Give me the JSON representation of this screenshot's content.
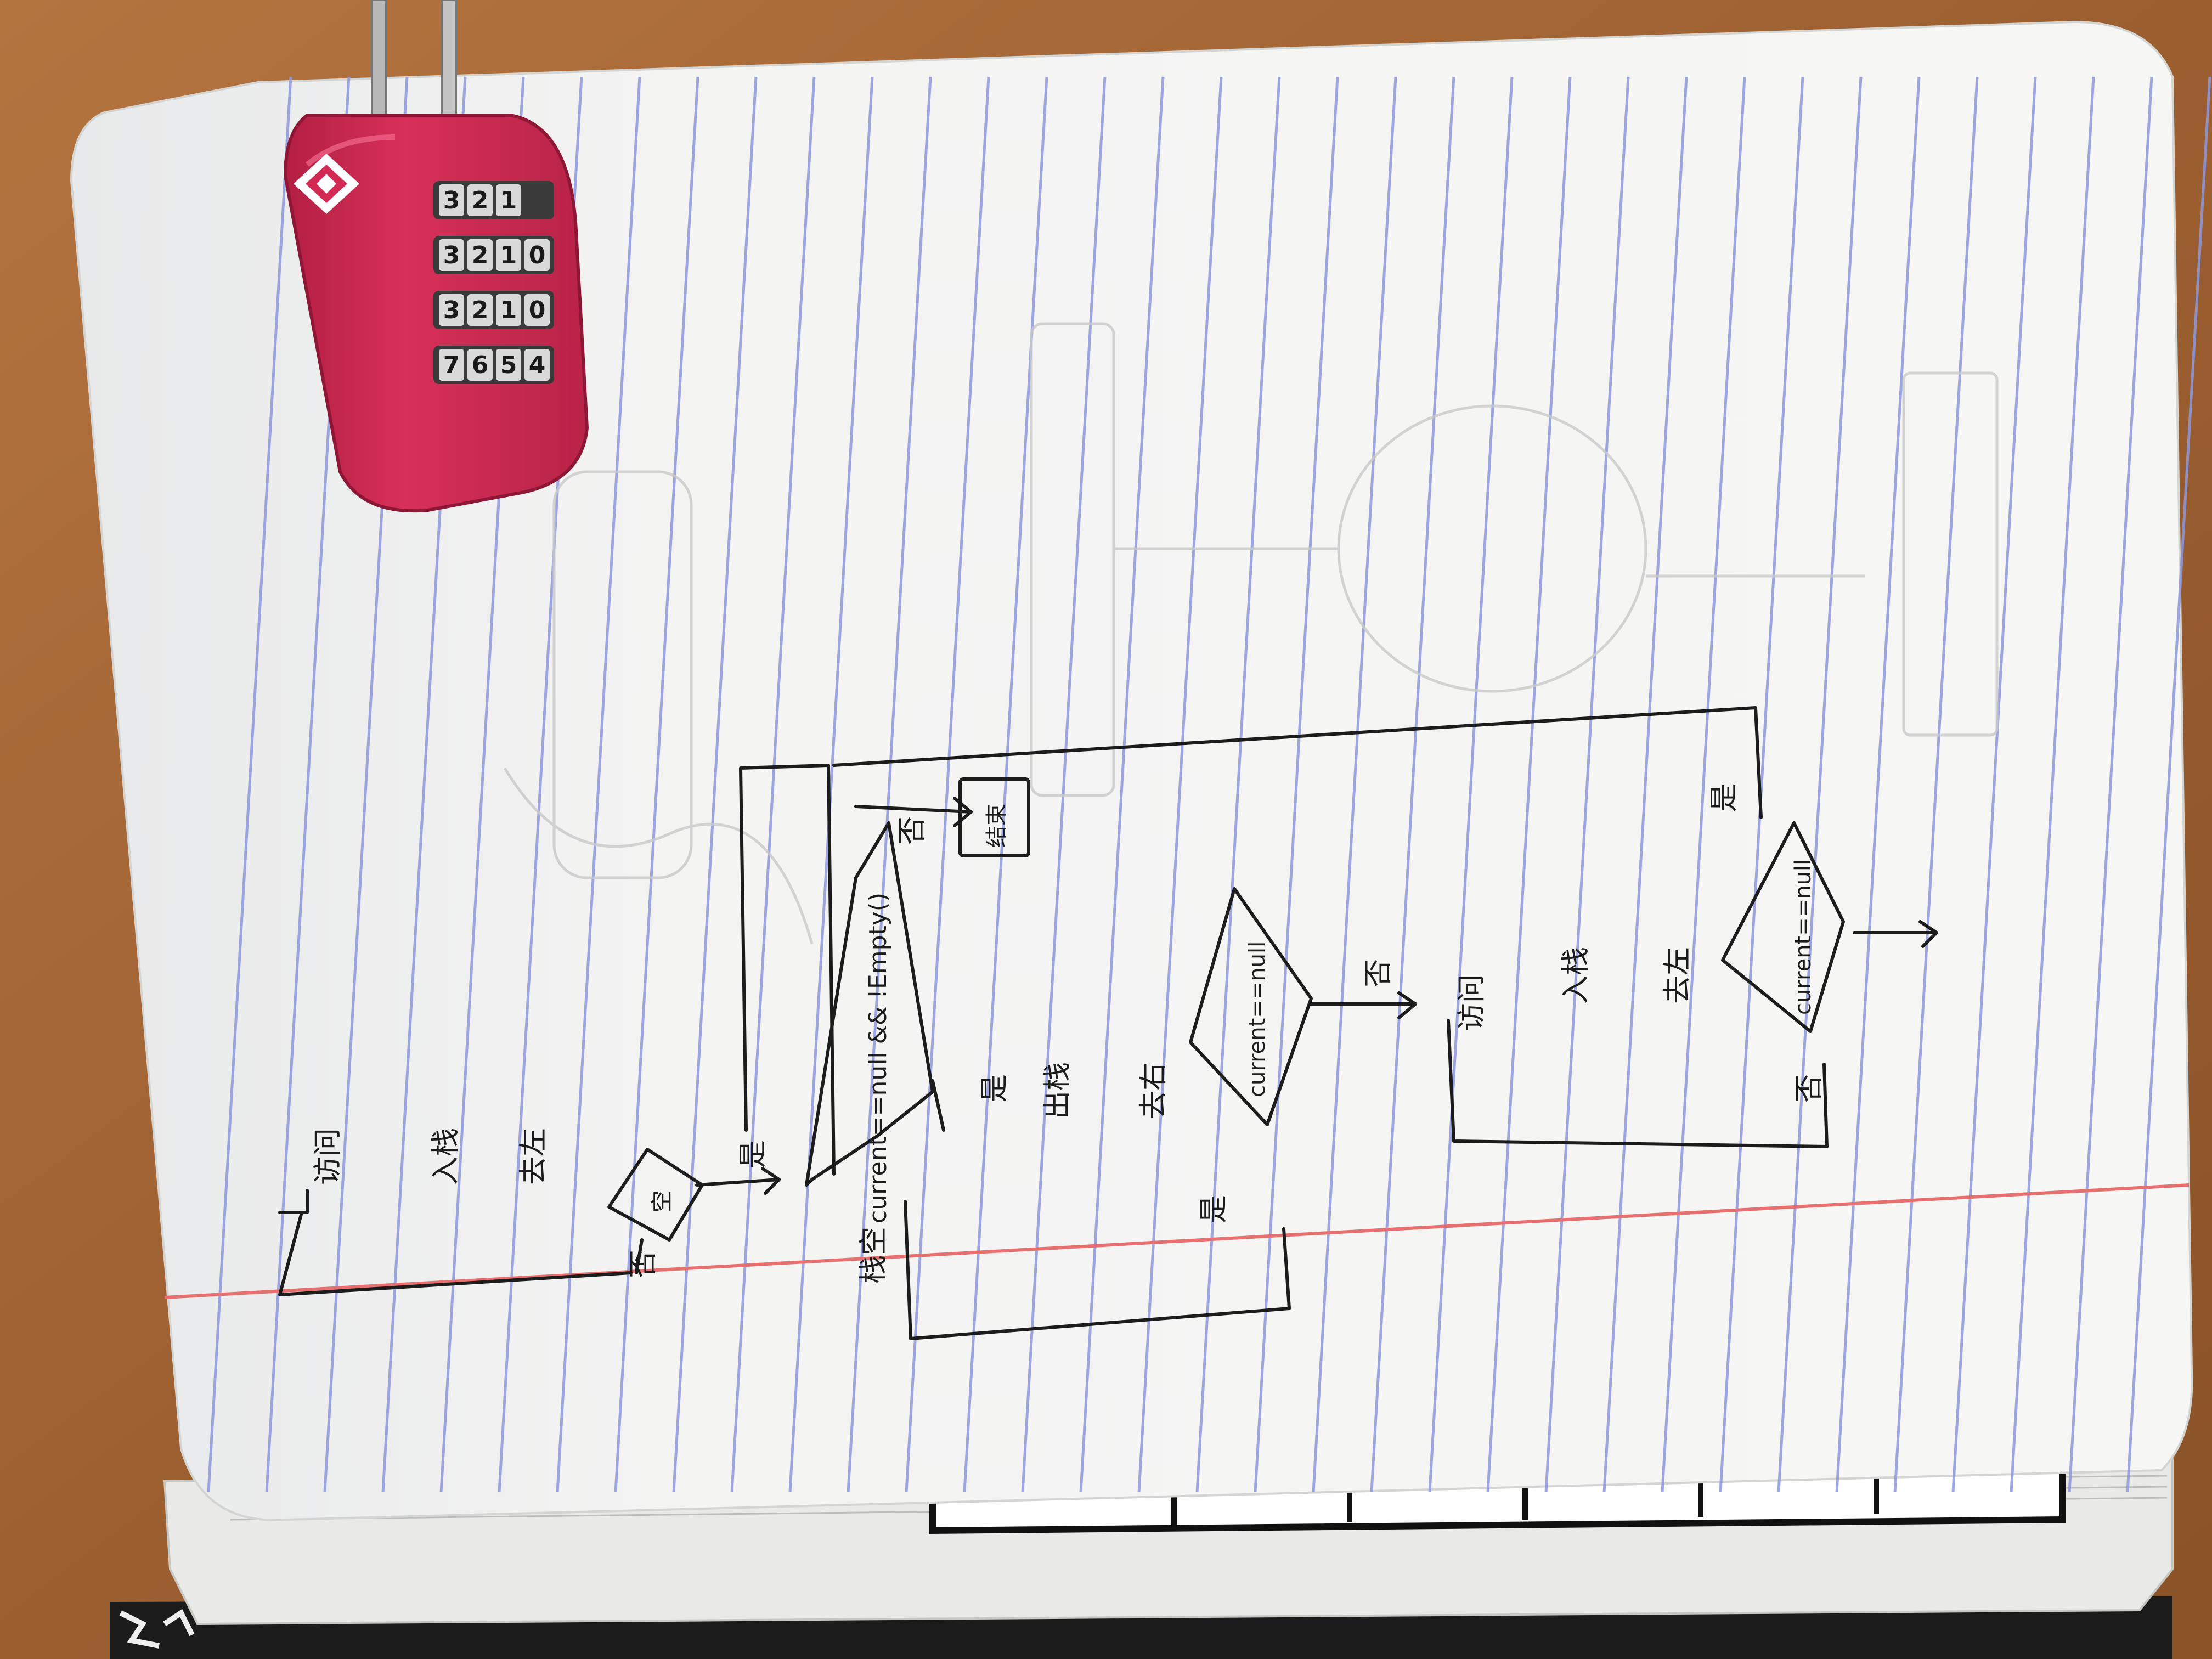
{
  "lock": {
    "dial_rows": [
      [
        "3",
        "2",
        "1"
      ],
      [
        "3",
        "2",
        "1",
        "0"
      ],
      [
        "3",
        "2",
        "1",
        "0"
      ],
      [
        "7",
        "6",
        "5",
        "4"
      ]
    ]
  },
  "flowchart": {
    "col1": {
      "visit": "访问",
      "push": "入栈",
      "go_left": "去左",
      "cond": "空",
      "no": "否",
      "yes": "是"
    },
    "col2": {
      "stack_label": "栈空",
      "cond": "current==null && !Empty()",
      "no": "否",
      "yes": "是",
      "end_box": "结束",
      "pop": "出栈",
      "go_right": "去右"
    },
    "col3": {
      "cond": "current==null",
      "yes": "是",
      "no": "否",
      "visit": "访问",
      "push": "入栈",
      "go_left": "去左",
      "cond2": "current==null",
      "no2": "否",
      "yes2": "是"
    }
  },
  "colors": {
    "wood": "#a86a37",
    "paper": "#f3f3f1",
    "rule_line": "#8e98dc",
    "margin_line": "#e86f6f",
    "lock_body": "#d22a54",
    "ink": "#1c1c1c"
  }
}
